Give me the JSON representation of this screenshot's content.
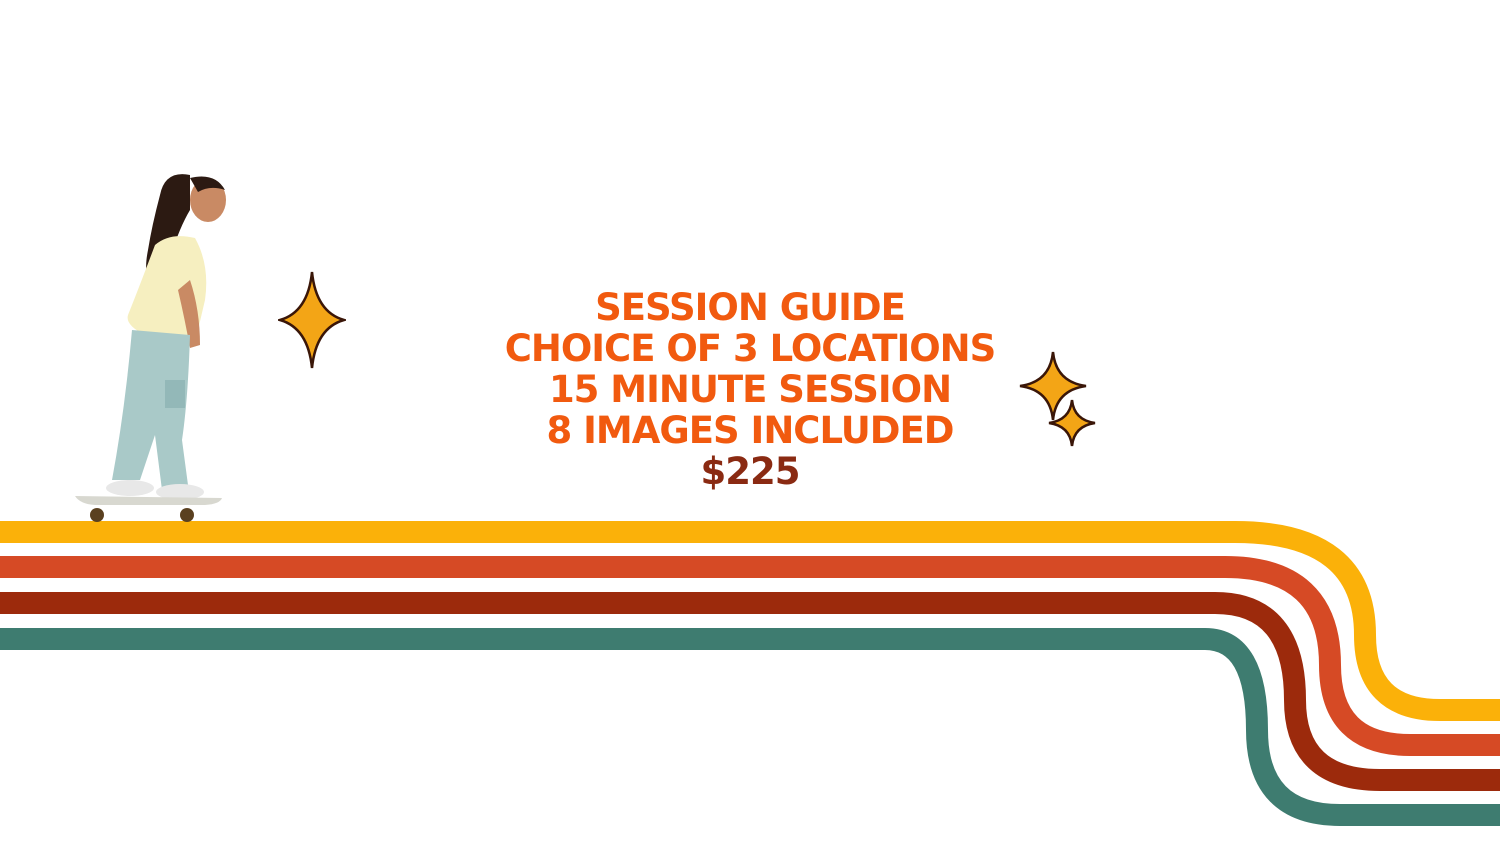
{
  "slide": {
    "lines": [
      "SESSION GUIDE",
      "CHOICE OF 3 LOCATIONS",
      "15 MINUTE SESSION",
      "8 IMAGES INCLUDED"
    ],
    "price": "$225"
  },
  "colors": {
    "heading": "#f15a0f",
    "price": "#8a2a12",
    "stripe_yellow": "#fbb109",
    "stripe_orange": "#d64a25",
    "stripe_rust": "#9c2a0c",
    "stripe_teal": "#3e7c70",
    "sparkle_fill": "#f3a516",
    "sparkle_outline": "#3a1608"
  },
  "icons": {
    "sparkle_single": "four-point-star",
    "sparkle_double": "double-four-point-star"
  }
}
